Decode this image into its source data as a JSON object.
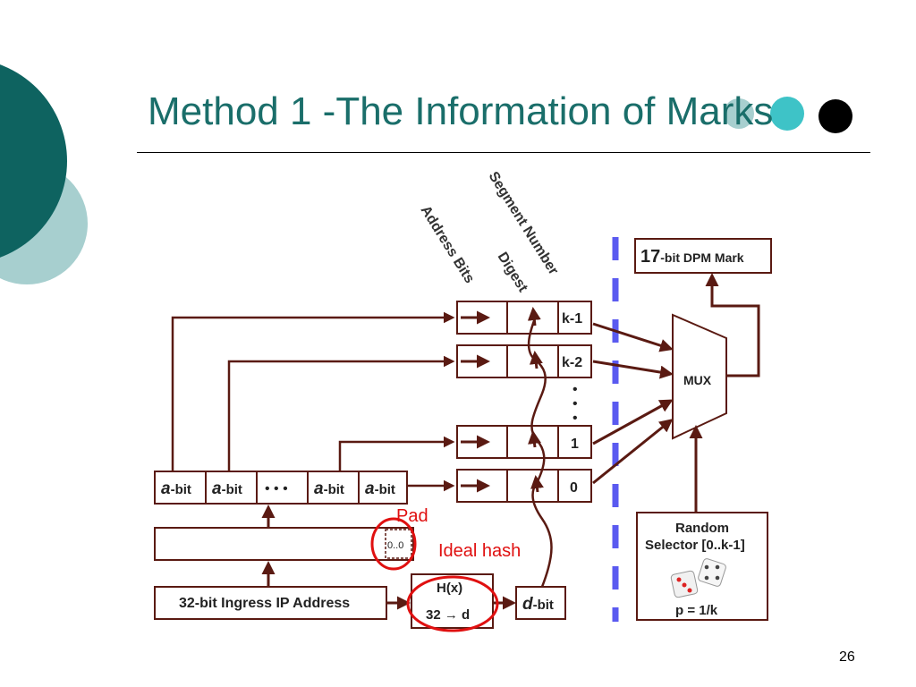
{
  "slide": {
    "title": "Method 1 -The Information of Marks",
    "page_number": "26",
    "colors": {
      "teal_dark": "#0e6360",
      "teal_light": "#a7cfcf",
      "accent_cyan": "#3ec3c7",
      "diagram_brown": "#5a1a12",
      "annotation_red": "#e01010",
      "dashed_blue": "#5a5af0"
    }
  },
  "diagram": {
    "column_labels": {
      "address_bits": "Address Bits",
      "digest": "Digest",
      "segment_number": "Segment Number"
    },
    "output_mark": {
      "prefix": "17",
      "suffix": "-bit DPM Mark"
    },
    "mux_label": "MUX",
    "segment_rows": [
      "k-1",
      "k-2",
      "1",
      "0"
    ],
    "vertical_dots": "•\n•\n•",
    "abit_cells": [
      {
        "letter": "a",
        "suffix": "-bit"
      },
      {
        "letter": "a",
        "suffix": "-bit"
      },
      {
        "dots": "• • •"
      },
      {
        "letter": "a",
        "suffix": "-bit"
      },
      {
        "letter": "a",
        "suffix": "-bit"
      }
    ],
    "pad_annotation": "Pad",
    "pad_value": "0..0",
    "ideal_hash_annotation": "Ideal hash",
    "hash_box": {
      "line1": "H(x)",
      "line2": "32 → d"
    },
    "dbit": {
      "letter": "d",
      "suffix": "-bit"
    },
    "ingress_label": "32-bit Ingress IP Address",
    "random_selector": {
      "line1": "Random",
      "line2": "Selector [0..k-1]",
      "formula": "p = 1/k"
    }
  }
}
